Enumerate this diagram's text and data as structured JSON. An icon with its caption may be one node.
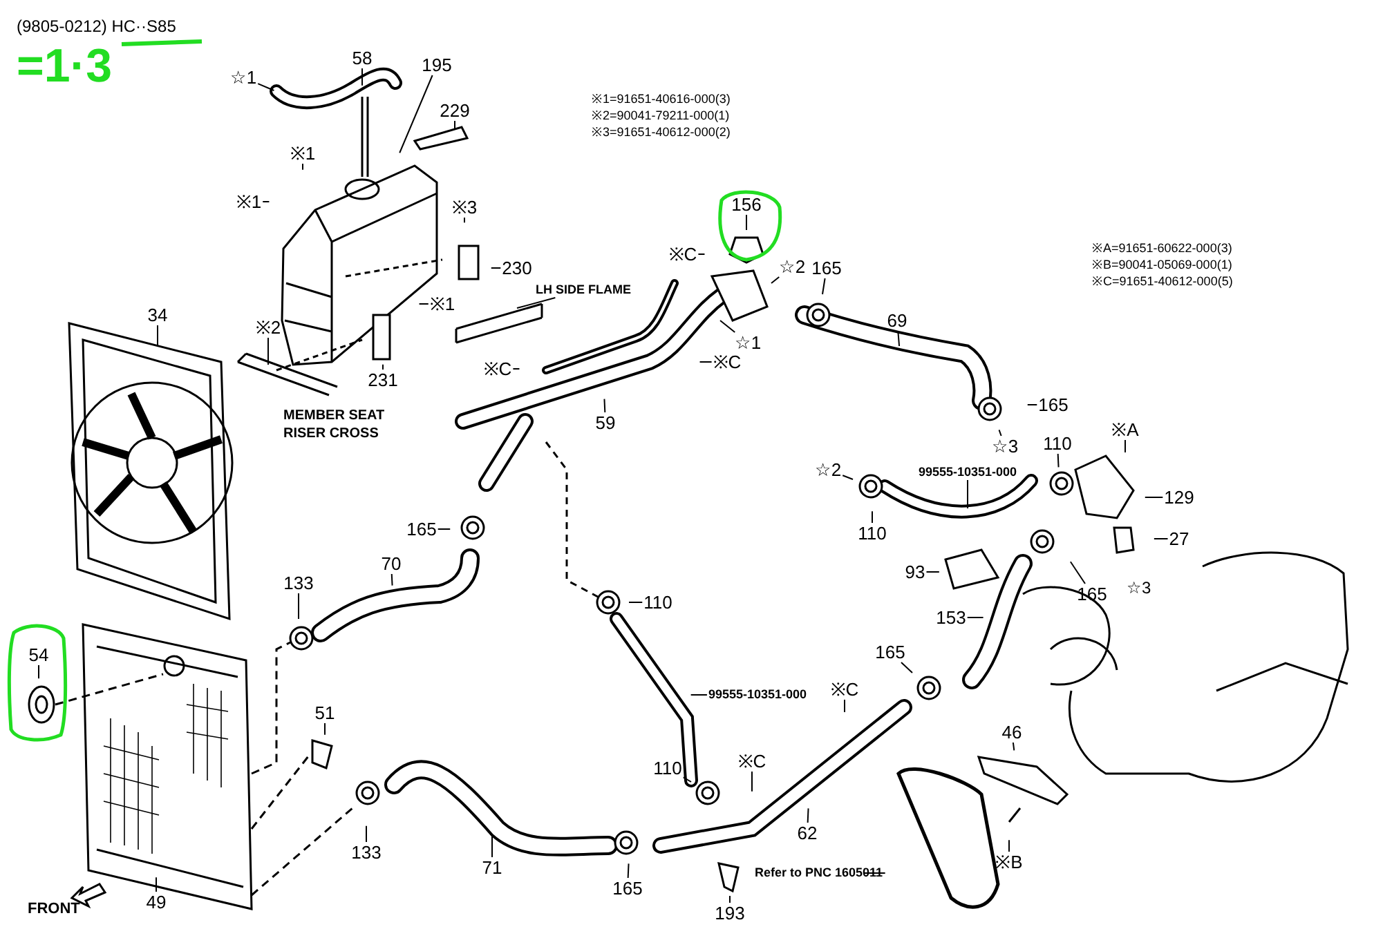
{
  "diagram": {
    "title": "(9805-0212) HC··S85",
    "nodes": [
      {
        "text": [
          "58"
        ]
      },
      {
        "text": [
          "195"
        ]
      },
      {
        "text": [
          "229"
        ]
      },
      {
        "text": [
          "☆1"
        ]
      },
      {
        "text": [
          "※1"
        ]
      },
      {
        "text": [
          "※1"
        ]
      },
      {
        "text": [
          "※3"
        ]
      },
      {
        "text": [
          "230"
        ]
      },
      {
        "text": [
          "LH SIDE FLAME"
        ]
      },
      {
        "text": [
          "※1"
        ]
      },
      {
        "text": [
          "231"
        ]
      },
      {
        "text": [
          "※2"
        ]
      },
      {
        "text": [
          "34"
        ]
      },
      {
        "text": [
          "※C"
        ]
      },
      {
        "text": [
          "59"
        ]
      },
      {
        "text": [
          "※C"
        ]
      },
      {
        "text": [
          "156"
        ]
      },
      {
        "text": [
          "☆2"
        ]
      },
      {
        "text": [
          "☆1"
        ]
      },
      {
        "text": [
          "165"
        ]
      },
      {
        "text": [
          "※C"
        ]
      },
      {
        "text": [
          "69"
        ]
      },
      {
        "text": [
          "165"
        ]
      },
      {
        "text": [
          "☆3"
        ]
      },
      {
        "text": [
          "※A"
        ]
      },
      {
        "text": [
          "110"
        ]
      },
      {
        "text": [
          "129"
        ]
      },
      {
        "text": [
          "27"
        ]
      },
      {
        "text": [
          "☆2"
        ]
      },
      {
        "text": [
          "99555-10351-000"
        ]
      },
      {
        "text": [
          "110"
        ]
      },
      {
        "text": [
          "93"
        ]
      },
      {
        "text": [
          "165"
        ]
      },
      {
        "text": [
          "153"
        ]
      },
      {
        "text": [
          "165"
        ]
      },
      {
        "text": [
          "110"
        ]
      },
      {
        "text": [
          "99555-10351-000"
        ]
      },
      {
        "text": [
          "※C"
        ]
      },
      {
        "text": [
          "62"
        ]
      },
      {
        "text": [
          "46"
        ]
      },
      {
        "text": [
          "※B"
        ]
      },
      {
        "text": [
          "Refer to PNC 1605011"
        ]
      },
      {
        "text": [
          "193"
        ]
      },
      {
        "text": [
          "165"
        ]
      },
      {
        "text": [
          "110"
        ]
      },
      {
        "text": [
          "※C"
        ]
      },
      {
        "text": [
          "71"
        ]
      },
      {
        "text": [
          "133"
        ]
      },
      {
        "text": [
          "51"
        ]
      },
      {
        "text": [
          "133"
        ]
      },
      {
        "text": [
          "70"
        ]
      },
      {
        "text": [
          "165"
        ]
      },
      {
        "text": [
          "54"
        ]
      },
      {
        "text": [
          "49"
        ]
      }
    ],
    "edges": [
      {
        "from": 0,
        "to": null,
        "arrow": "none"
      },
      {
        "from": 1,
        "to": null,
        "arrow": "none"
      },
      {
        "from": 2,
        "to": null,
        "arrow": "none"
      },
      {
        "from": 3,
        "to": null,
        "arrow": "none"
      },
      {
        "from": 4,
        "to": null,
        "arrow": "none"
      },
      {
        "from": 5,
        "to": null,
        "arrow": "none"
      },
      {
        "from": 6,
        "to": null,
        "arrow": "none"
      },
      {
        "from": 7,
        "to": null,
        "arrow": "none"
      },
      {
        "from": 8,
        "to": null,
        "arrow": "none"
      },
      {
        "from": 9,
        "to": null,
        "arrow": "none"
      },
      {
        "from": 10,
        "to": null,
        "arrow": "none"
      },
      {
        "from": 11,
        "to": null,
        "arrow": "none"
      },
      {
        "from": 12,
        "to": null,
        "arrow": "none"
      },
      {
        "from": 13,
        "to": null,
        "arrow": "none"
      },
      {
        "from": 14,
        "to": null,
        "arrow": "none"
      },
      {
        "from": 15,
        "to": null,
        "arrow": "none"
      },
      {
        "from": 16,
        "to": null,
        "arrow": "none"
      },
      {
        "from": 17,
        "to": null,
        "arrow": "none"
      },
      {
        "from": 18,
        "to": null,
        "arrow": "none"
      },
      {
        "from": 19,
        "to": null,
        "arrow": "none"
      },
      {
        "from": 20,
        "to": null,
        "arrow": "none"
      },
      {
        "from": 21,
        "to": null,
        "arrow": "none"
      },
      {
        "from": 22,
        "to": null,
        "arrow": "none"
      },
      {
        "from": 23,
        "to": null,
        "arrow": "none"
      },
      {
        "from": 24,
        "to": null,
        "arrow": "none"
      },
      {
        "from": 25,
        "to": null,
        "arrow": "none"
      },
      {
        "from": 26,
        "to": null,
        "arrow": "none"
      },
      {
        "from": 27,
        "to": null,
        "arrow": "none"
      },
      {
        "from": 28,
        "to": null,
        "arrow": "none"
      },
      {
        "from": 29,
        "to": null,
        "arrow": "none"
      },
      {
        "from": 30,
        "to": null,
        "arrow": "none"
      },
      {
        "from": 31,
        "to": null,
        "arrow": "none"
      },
      {
        "from": 32,
        "to": null,
        "arrow": "none"
      },
      {
        "from": 33,
        "to": null,
        "arrow": "none"
      },
      {
        "from": 34,
        "to": null,
        "arrow": "none"
      },
      {
        "from": 35,
        "to": null,
        "arrow": "none"
      },
      {
        "from": 36,
        "to": null,
        "arrow": "none"
      },
      {
        "from": 37,
        "to": null,
        "arrow": "none"
      },
      {
        "from": 38,
        "to": null,
        "arrow": "none"
      },
      {
        "from": 39,
        "to": null,
        "arrow": "none"
      },
      {
        "from": 40,
        "to": null,
        "arrow": "none"
      },
      {
        "from": 41,
        "to": null,
        "arrow": "none"
      },
      {
        "from": 42,
        "to": null,
        "arrow": "none"
      },
      {
        "from": 43,
        "to": null,
        "arrow": "none"
      },
      {
        "from": 44,
        "to": null,
        "arrow": "none"
      },
      {
        "from": 45,
        "to": null,
        "arrow": "none"
      },
      {
        "from": 46,
        "to": null,
        "arrow": "none"
      },
      {
        "from": 47,
        "to": null,
        "arrow": "none"
      },
      {
        "from": 48,
        "to": null,
        "arrow": "none"
      },
      {
        "from": 49,
        "to": null,
        "arrow": "none"
      },
      {
        "from": 50,
        "to": null,
        "arrow": "none"
      },
      {
        "from": 51,
        "to": null,
        "arrow": "none"
      },
      {
        "from": 52,
        "to": null,
        "arrow": "none"
      },
      {
        "from": 53,
        "to": null,
        "arrow": "none"
      }
    ],
    "labels": [
      "=1·3",
      "※1=91651-40616-000(3)",
      "※2=90041-79211-000(1)",
      "※3=91651-40612-000(2)",
      "MEMBER SEAT RISER CROSS",
      "※A=91651-60622-000(3)",
      "※B=90041-05069-000(1)",
      "※C=91651-40612-000(5)",
      "☆3",
      "FRONT"
    ]
  }
}
